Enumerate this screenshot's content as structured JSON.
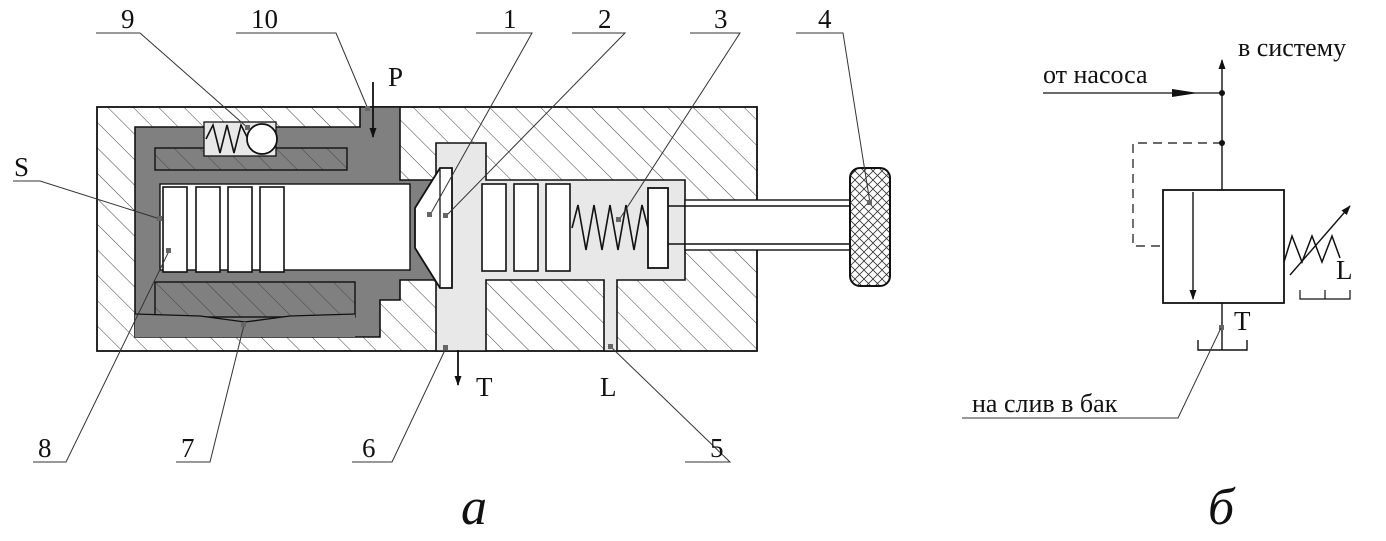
{
  "figure_a": {
    "callouts": [
      "1",
      "2",
      "3",
      "4",
      "5",
      "6",
      "7",
      "8",
      "9",
      "10"
    ],
    "side_label": "S",
    "ports": {
      "pressure": "P",
      "tank": "T",
      "leak": "L"
    },
    "caption": "а"
  },
  "figure_b": {
    "from_pump": "от насоса",
    "to_system": "в систему",
    "to_tank": "на слив в бак",
    "tank_port": "T",
    "leak_port": "L",
    "caption": "б"
  },
  "colors": {
    "oil_pressure": "#808080",
    "oil_drain": "#e8e8e8",
    "line": "#111111"
  }
}
